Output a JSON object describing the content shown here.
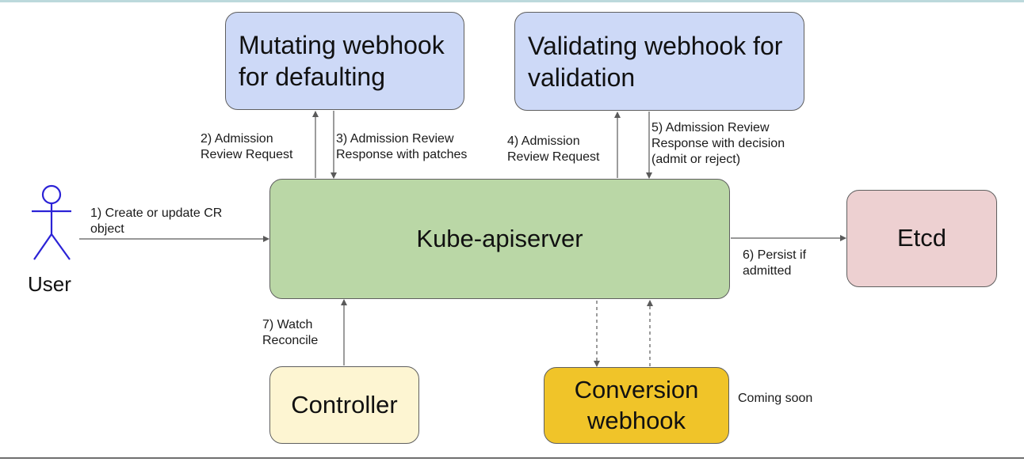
{
  "boxes": {
    "mutating": "Mutating webhook\nfor defaulting",
    "validating": "Validating webhook for\nvalidation",
    "kube": "Kube-apiserver",
    "etcd": "Etcd",
    "controller": "Controller",
    "conversion": "Conversion\nwebhook"
  },
  "actor": {
    "label": "User",
    "icon": "stick-figure-icon"
  },
  "edges": {
    "e1": "1) Create or update CR\nobject",
    "e2": "2) Admission\nReview Request",
    "e3": "3) Admission Review\nResponse with patches",
    "e4": "4) Admission\nReview Request",
    "e5": "5) Admission Review\nResponse with decision\n(admit or reject)",
    "e6": "6) Persist if\nadmitted",
    "e7": "7) Watch\nReconcile"
  },
  "note": "Coming soon",
  "colors": {
    "webhook_fill": "#cdd9f7",
    "kube_fill": "#bad7a6",
    "etcd_fill": "#edd0d1",
    "controller_fill": "#fdf5d2",
    "conversion_fill": "#f0c429",
    "actor_stroke": "#2b22d6"
  }
}
